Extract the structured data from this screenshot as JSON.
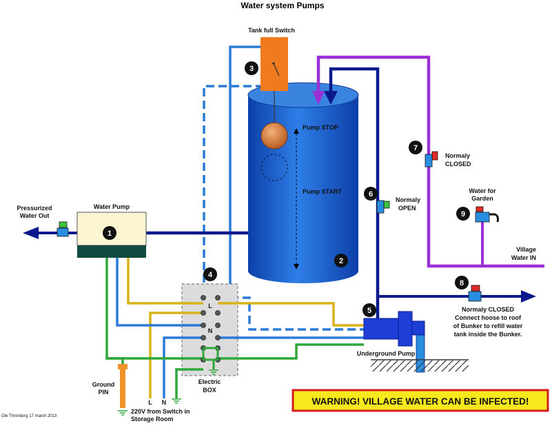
{
  "title": "Water system Pumps",
  "labels": {
    "tank_full_switch": "Tank full Switch",
    "pump_stop": "Pump STOP",
    "pump_start": "Pump START",
    "pressurized_line1": "Pressurized",
    "pressurized_line2": "Water Out",
    "water_pump": "Water Pump",
    "normaly_open_1": "Normaly",
    "normaly_open_2": "OPEN",
    "normaly_closed_1": "Normaly",
    "normaly_closed_2": "CLOSED",
    "garden_1": "Water for",
    "garden_2": "Garden",
    "village_1": "Village",
    "village_2": "Water IN",
    "closed8_1": "Normaly CLOSED",
    "closed8_2": "Connect hoose to roof",
    "closed8_3": "of Bunker to refill water",
    "closed8_4": "tank inside the Bunker.",
    "underground_pump": "Underground Pump",
    "electric_1": "Electric",
    "electric_2": "BOX",
    "ground_1": "Ground",
    "ground_2": "PIN",
    "power_1": "220V from Switch in",
    "power_2": "Storage Room",
    "wire_l": "L",
    "wire_n": "N",
    "box_l": "L",
    "box_n": "N",
    "credit": "Ole Thronborg 17 march 2013",
    "warning": "WARNING! VILLAGE WATER CAN BE INFECTED!"
  },
  "numbers": [
    "1",
    "2",
    "3",
    "4",
    "5",
    "6",
    "7",
    "8",
    "9"
  ],
  "colors": {
    "tank": "#1a5fd0",
    "pipe": "#0a1a8c",
    "village_pipe": "#9b30d6",
    "switch": "#f07a1e",
    "wire_blue": "#2a7ad6",
    "wire_yellow": "#d9b21a",
    "wire_green": "#2ea83a",
    "ground_pin": "#f0922a",
    "warning_bg": "#f5e81c",
    "warning_border": "#d41c1c"
  }
}
